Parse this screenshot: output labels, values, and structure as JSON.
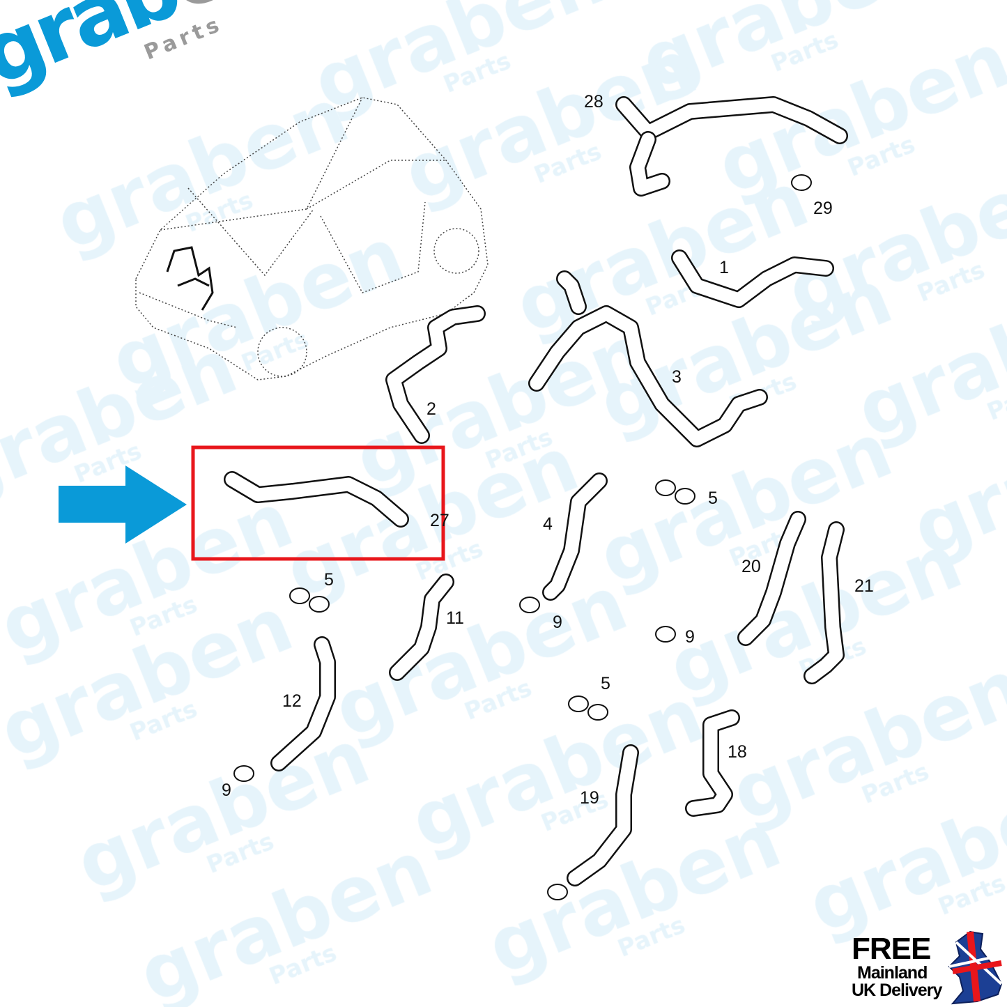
{
  "brand": {
    "logo_text": "graben",
    "logo_sub": "Parts",
    "primary_color": "#0a9ad8",
    "secondary_color": "#9a9a9a"
  },
  "watermark": {
    "text": "graben",
    "sub": "Parts"
  },
  "highlight": {
    "part": "27",
    "box_color": "#e8161b",
    "arrow_color": "#0a9ad8"
  },
  "part_labels": [
    "28",
    "29",
    "1",
    "2",
    "3",
    "27",
    "4",
    "5",
    "5",
    "11",
    "9",
    "9",
    "20",
    "21",
    "12",
    "5",
    "9",
    "18",
    "19"
  ],
  "delivery": {
    "line1": "FREE",
    "line2": "Mainland",
    "line3": "UK Delivery",
    "icon": "uk-flag-map-icon"
  }
}
